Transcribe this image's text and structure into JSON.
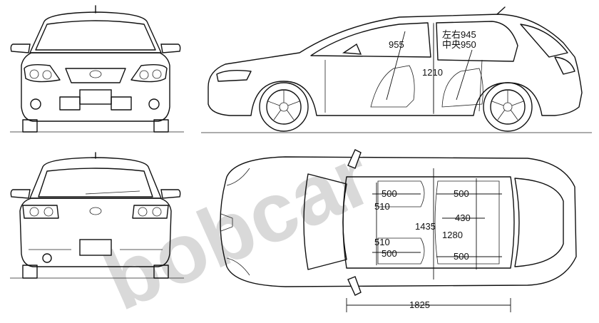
{
  "watermark": "bobcar",
  "views": {
    "front": "",
    "side": "",
    "rear": "",
    "top": ""
  },
  "side_dimensions": {
    "front_headroom": "955",
    "rear_headroom_lr": "左右945",
    "rear_headroom_center": "中央950",
    "cabin_height": "1210"
  },
  "top_dimensions": {
    "front_seat_width_upper": "500",
    "front_seat_depth_upper": "510",
    "front_seat_depth_lower": "510",
    "front_seat_width_lower": "500",
    "rear_seat_width_upper": "500",
    "rear_seat_width_lower": "500",
    "center_gap": "430",
    "front_shoulder": "1435",
    "rear_shoulder": "1280",
    "cabin_length": "1825"
  }
}
